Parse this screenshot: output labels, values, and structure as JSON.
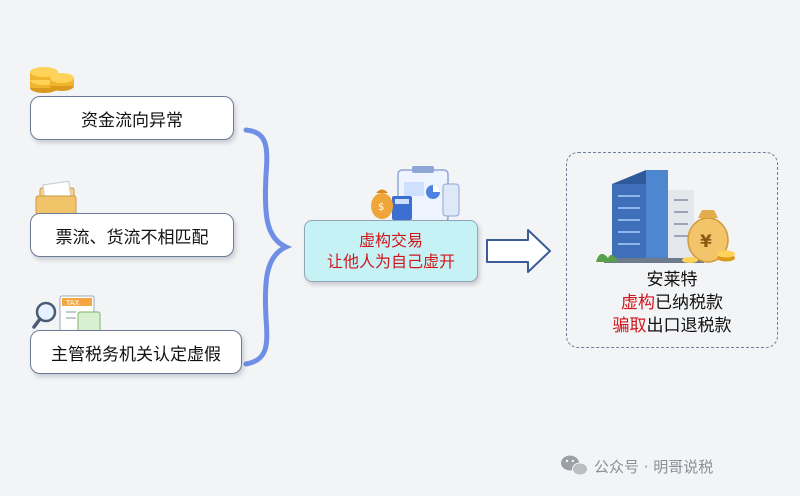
{
  "left_items": [
    {
      "label": "资金流向异常",
      "icon": "gold-coins-icon"
    },
    {
      "label": "票流、货流不相匹配",
      "icon": "documents-folder-icon"
    },
    {
      "label": "主管税务机关认定虚假",
      "icon": "tax-magnifier-icon"
    }
  ],
  "center": {
    "line1": "虚构交易",
    "line2": "让他人为自己虚开",
    "icon": "finance-clipboard-icon"
  },
  "right": {
    "company": "安莱特",
    "line2_highlight": "虚构",
    "line2_rest": "已纳税款",
    "line3_highlight": "骗取",
    "line3_rest": "出口退税款",
    "icon": "office-building-money-bag-icon"
  },
  "footer": {
    "text": "公众号 · 明哥说税",
    "icon": "wechat-icon"
  },
  "colors": {
    "highlight_red": "#d0161b",
    "center_fill": "#c6f2f5",
    "brace_blue": "#6f8ee6",
    "arrow_blue": "#3b5b99"
  }
}
